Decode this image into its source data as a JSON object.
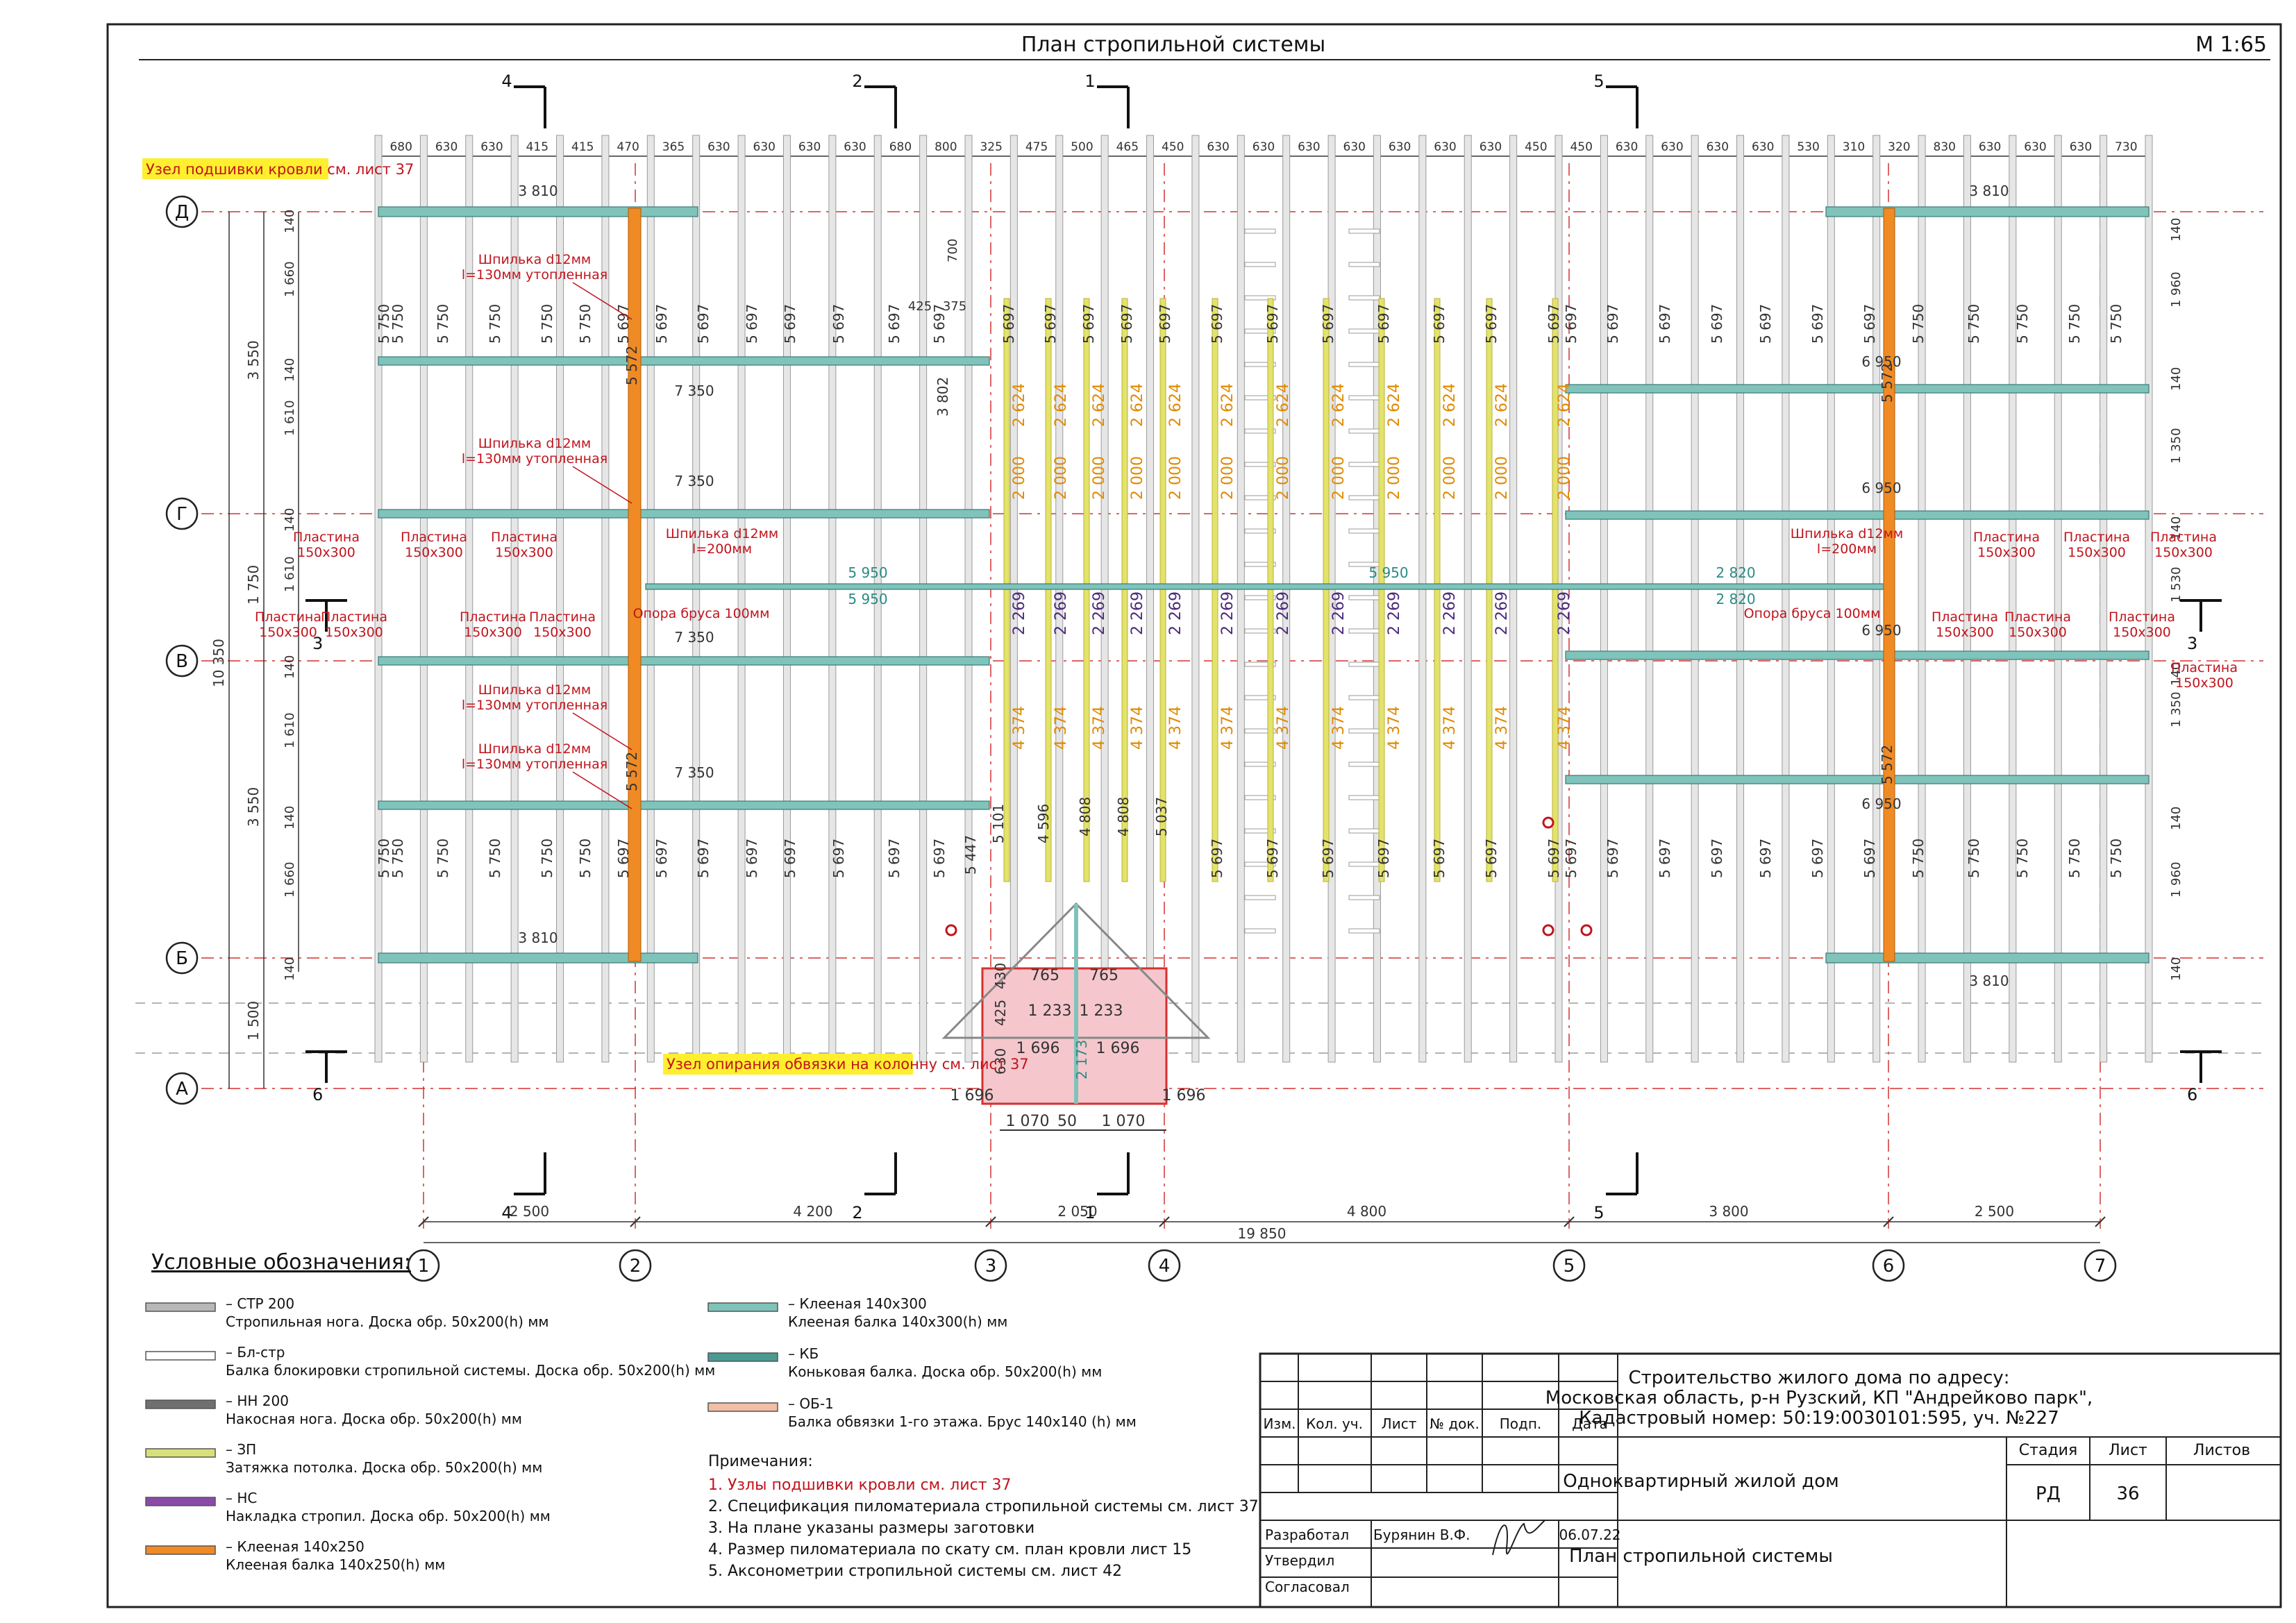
{
  "title": "План стропильной системы",
  "scale": "М 1:65",
  "axes_letters": [
    "Д",
    "Г",
    "В",
    "Б",
    "А"
  ],
  "axes_numbers": [
    "1",
    "2",
    "3",
    "4",
    "5",
    "6",
    "7"
  ],
  "bottom_dims": [
    "2 500",
    "4 200",
    "2 050",
    "4 800",
    "3 800",
    "2 500"
  ],
  "overall_dim": "19 850",
  "left_dims_outer": [
    "3 550",
    "1 750",
    "3 550",
    "1 500"
  ],
  "left_total": "10 350",
  "left_dims_inner": [
    "140",
    "1 660",
    "140",
    "1 610",
    "140",
    "1 610",
    "140",
    "1 610",
    "140",
    "1 660",
    "140"
  ],
  "right_dims": [
    "140",
    "1 960",
    "140",
    "1 350",
    "140",
    "1 530",
    "140",
    "1 350",
    "140",
    "1 960",
    "140"
  ],
  "top_dims": [
    "680",
    "630",
    "630",
    "415",
    "415",
    "470",
    "365",
    "630",
    "630",
    "630",
    "630",
    "680",
    "800",
    "325",
    "475",
    "500",
    "465",
    "450",
    "630",
    "630",
    "630",
    "630",
    "630",
    "630",
    "630",
    "450",
    "450",
    "630",
    "630",
    "630",
    "630",
    "530",
    "310",
    "320",
    "830",
    "630",
    "630",
    "630",
    "730"
  ],
  "section_marks": {
    "s1": "1",
    "s2": "2",
    "s3": "3",
    "s4": "4",
    "s5": "5",
    "s6": "6"
  },
  "callouts": {
    "node_roof": "Узел подшивки кровли см. лист 37",
    "node_column": "Узел опирания обвязки на колонну см. лист 37",
    "stud_130": "Шпилька d12мм",
    "stud_130_b": "l=130мм утопленная",
    "stud_200": "Шпилька d12мм",
    "stud_200_b": "l=200мм",
    "plate": "Пластина",
    "plate_b": "150х300",
    "beam_support": "Опора бруса 100мм"
  },
  "beam_labels": {
    "d_left": "3 810",
    "d_right": "3 810",
    "b_left": "3 810",
    "b_right": "3 810",
    "len_7350": "7 350",
    "len_6950": "6 950",
    "ridge_left": "5 950",
    "ridge_right": "2 820",
    "ridge_mid": "5 950"
  },
  "rafter_lengths": {
    "l5750": "5 750",
    "l5697": "5 697",
    "l5572": "5 572",
    "l3802": "3 802",
    "l2624": "2 624",
    "l2000": "2 000",
    "l2269": "2 269",
    "l4374": "4 374",
    "l4596": "4 596",
    "l4808": "4 808",
    "l5037": "5 037",
    "l5447": "5 447",
    "l5101": "5 101",
    "l700": "700",
    "l425": "425",
    "l375": "375"
  },
  "dormer": {
    "d765": "765",
    "d1233": "1 233",
    "d1696": "1 696",
    "d2173": "2 173",
    "d430": "430",
    "d425": "425",
    "d630": "630",
    "d1070": "1 070",
    "d50": "50"
  },
  "legend": {
    "heading": "Условные обозначения:",
    "items": [
      {
        "code": "– СТР 200",
        "desc": "Стропильная нога. Доска обр. 50х200(h) мм",
        "color": "#b8b8b8"
      },
      {
        "code": "– Бл-стр",
        "desc": "Балка блокировки стропильной системы. Доска обр. 50х200(h) мм",
        "color": "#ffffff"
      },
      {
        "code": "– НН 200",
        "desc": "Накосная нога. Доска обр. 50х200(h) мм",
        "color": "#707070"
      },
      {
        "code": "– ЗП",
        "desc": "Затяжка потолка. Доска обр. 50х200(h) мм",
        "color": "#d8e07a"
      },
      {
        "code": "– НС",
        "desc": "Накладка стропил. Доска обр. 50х200(h) мм",
        "color": "#8a4aa6"
      },
      {
        "code": "– Клееная 140х250",
        "desc": "Клееная балка 140х250(h) мм",
        "color": "#f08a24"
      },
      {
        "code": "– Клееная 140х300",
        "desc": "Клееная балка 140х300(h) мм",
        "color": "#7fc3bb"
      },
      {
        "code": "– КБ",
        "desc": "Коньковая балка. Доска обр. 50х200(h) мм",
        "color": "#4a9a92"
      },
      {
        "code": "– ОБ-1",
        "desc": "Балка обвязки 1-го этажа. Брус 140х140 (h) мм",
        "color": "#f2bfa6"
      }
    ]
  },
  "notes": {
    "heading": "Примечания:",
    "items": [
      "1. Узлы подшивки кровли см. лист 37",
      "2. Спецификация пиломатериала стропильной системы см. лист 37",
      "3. На плане указаны размеры заготовки",
      "4. Размер пиломатериала по скату см. план кровли лист 15",
      "5. Аксонометрии стропильной системы см. лист 42"
    ]
  },
  "stamp": {
    "project": "Строительство жилого дома по адресу:",
    "address": "Московская область, р-н Рузский, КП \"Андрейково парк\",",
    "cadastre": "Кадастровый номер: 50:19:0030101:595, уч. №227",
    "col_izm": "Изм.",
    "col_kol": "Кол. уч.",
    "col_list": "Лист",
    "col_doc": "№ док.",
    "col_podp": "Подп.",
    "col_date": "Дата",
    "object": "Одноквартирный жилой дом",
    "sheet_name": "План стропильной системы",
    "stage_label": "Стадия",
    "sheet_label": "Лист",
    "sheets_label": "Листов",
    "stage": "РД",
    "sheet_no": "36",
    "sheets_total": "",
    "role1": "Разработал",
    "role2": "Утвердил",
    "role3": "Согласовал",
    "author": "Бурянин В.Ф.",
    "date": "06.07.22"
  },
  "colors": {
    "glulam250": "#f08a24",
    "glulam300": "#7fc3bb",
    "ridge": "#4a9a92",
    "tie": "#e3e36a",
    "rafter": "#c8c8c8",
    "axis_red": "#d43030",
    "text_red": "#c0141c",
    "dim_orange": "#e08a00",
    "dim_purple": "#4b2a7a",
    "dim_teal": "#2a8a85"
  }
}
